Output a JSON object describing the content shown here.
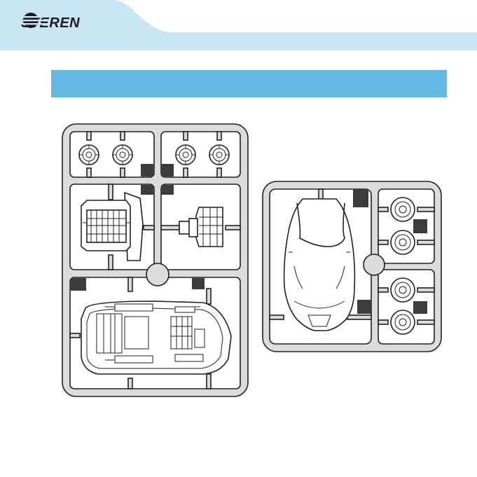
{
  "brand": {
    "name": "STEREN",
    "icon": "steren-logo-icon"
  },
  "title_bar": {
    "text": ""
  },
  "colors": {
    "header_blue": "#c8e6f5",
    "title_bar_blue": "#64b9e4",
    "frame_gray": "#dcdcdc",
    "outline": "#231f20",
    "part_fill": "#ffffff",
    "tab_dark": "#3c3c3c"
  },
  "illustration": {
    "left_sprue": "sprue-frame-left",
    "right_sprue": "sprue-frame-right"
  }
}
